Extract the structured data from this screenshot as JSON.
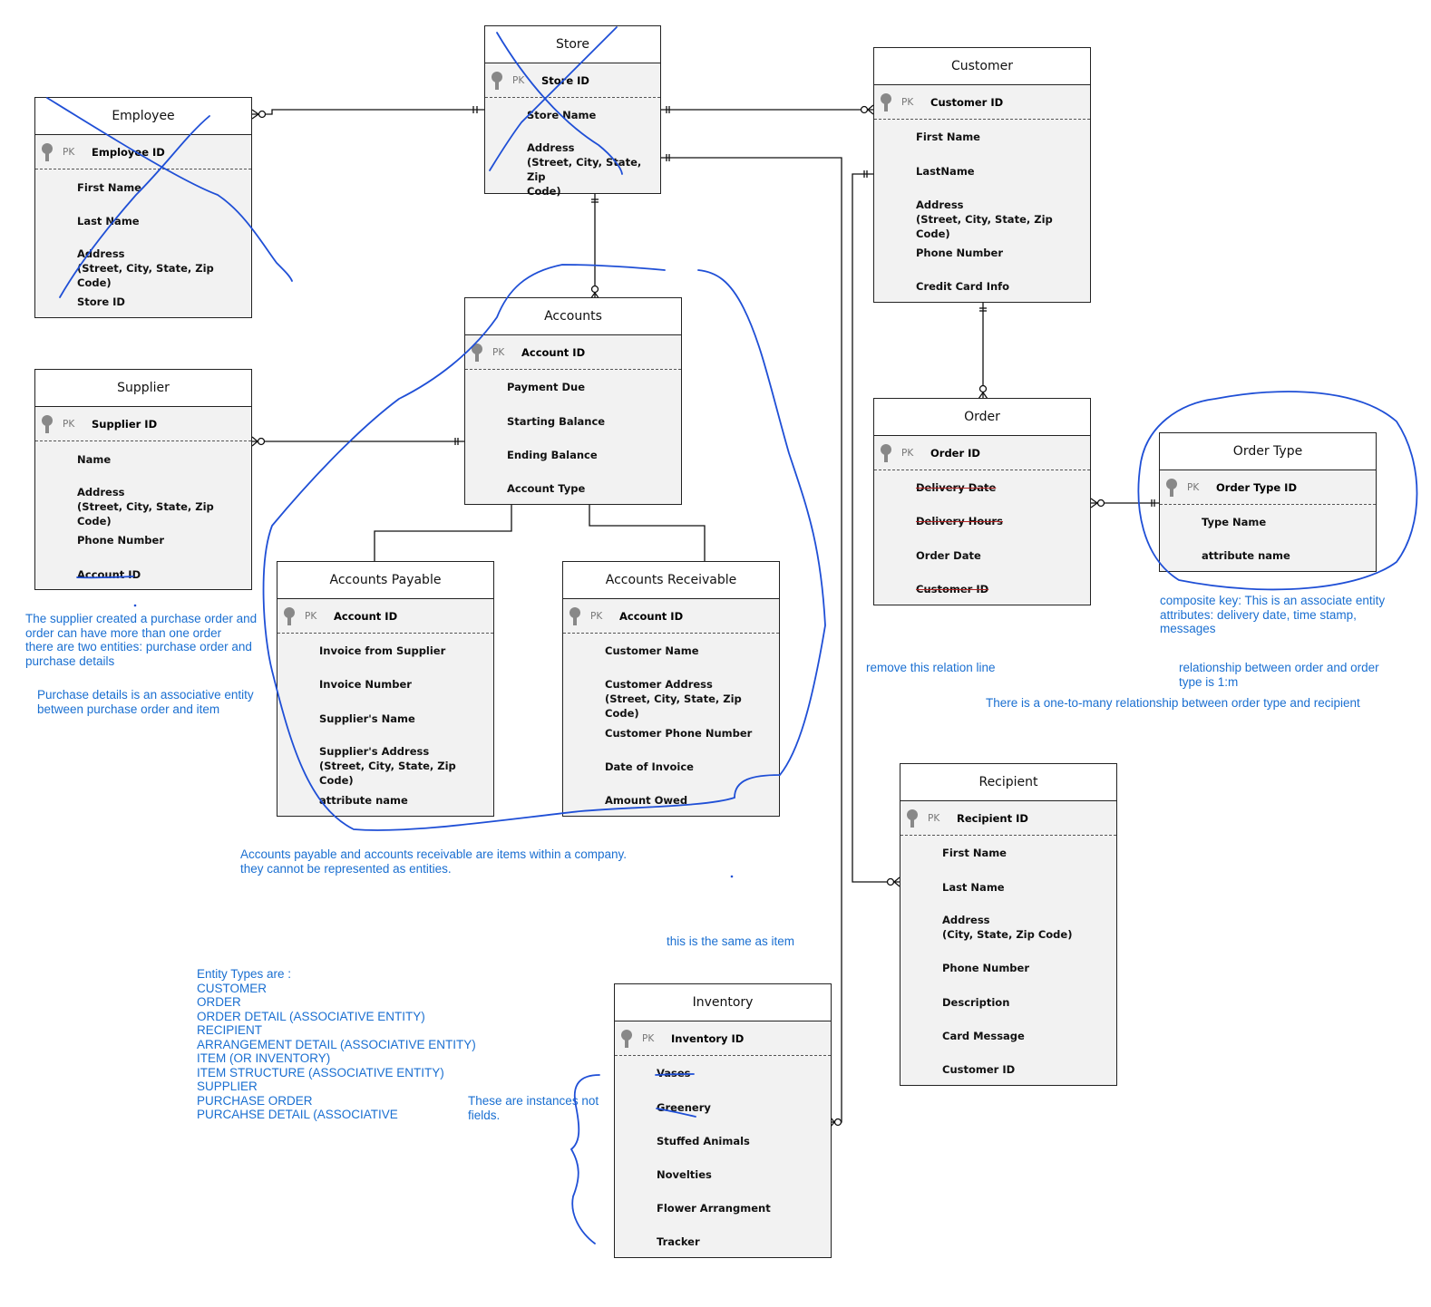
{
  "entities": {
    "employee": {
      "title": "Employee",
      "pk_label": "PK",
      "pk": "Employee ID",
      "attrs": [
        "First Name",
        "Last Name",
        "Address\n(Street, City, State, Zip Code)",
        "Store ID"
      ]
    },
    "store": {
      "title": "Store",
      "pk_label": "PK",
      "pk": "Store ID",
      "attrs": [
        "Store Name",
        "Address\n(Street, City, State, Zip\nCode)"
      ]
    },
    "customer": {
      "title": "Customer",
      "pk_label": "PK",
      "pk": "Customer ID",
      "attrs": [
        "First Name",
        "LastName",
        "Address\n(Street, City, State, Zip Code)",
        "Phone Number",
        "Credit Card Info"
      ]
    },
    "supplier": {
      "title": "Supplier",
      "pk_label": "PK",
      "pk": "Supplier ID",
      "attrs": [
        "Name",
        "Address\n(Street, City, State, Zip Code)",
        "Phone Number",
        "Account ID"
      ]
    },
    "accounts": {
      "title": "Accounts",
      "pk_label": "PK",
      "pk": "Account ID",
      "attrs": [
        "Payment Due",
        "Starting Balance",
        "Ending Balance",
        "Account Type"
      ]
    },
    "order": {
      "title": "Order",
      "pk_label": "PK",
      "pk": "Order ID",
      "attrs": [
        "Delivery Date",
        "Delivery Hours",
        "Order Date",
        "Customer ID"
      ]
    },
    "order_type": {
      "title": "Order Type",
      "pk_label": "PK",
      "pk": "Order Type ID",
      "attrs": [
        "Type Name",
        "attribute name"
      ]
    },
    "accounts_payable": {
      "title": "Accounts Payable",
      "pk_label": "PK",
      "pk": "Account ID",
      "attrs": [
        "Invoice from Supplier",
        "Invoice Number",
        "Supplier's Name",
        "Supplier's Address\n(Street, City, State, Zip Code)",
        "attribute name"
      ]
    },
    "accounts_receivable": {
      "title": "Accounts Receivable",
      "pk_label": "PK",
      "pk": "Account ID",
      "attrs": [
        "Customer Name",
        "Customer Address\n(Street, City, State, Zip Code)",
        "Customer Phone Number",
        "Date of Invoice",
        "Amount Owed"
      ]
    },
    "recipient": {
      "title": "Recipient",
      "pk_label": "PK",
      "pk": "Recipient ID",
      "attrs": [
        "First Name",
        "Last Name",
        "Address\n(City, State, Zip Code)",
        "Phone Number",
        "Description",
        "Card Message",
        "Customer ID"
      ]
    },
    "inventory": {
      "title": "Inventory",
      "pk_label": "PK",
      "pk": "Inventory ID",
      "attrs": [
        "Vases",
        "Greenery",
        "Stuffed Animals",
        "Novelties",
        "Flower Arrangment",
        "Tracker"
      ]
    }
  },
  "notes": {
    "supplier_note": "The supplier created a purchase order and\norder can have more than one order\nthere are two entities: purchase order and\npurchase details",
    "purchase_details_note": "Purchase details is an associative entity\nbetween purchase order and item",
    "accounts_note": "Accounts payable and accounts receivable are items within a company.\nthey cannot be represented as entities.",
    "composite_key_note": "composite key: This is an associate entity\nattributes: delivery date, time stamp,\nmessages",
    "remove_line_note": "remove this relation line",
    "order_type_rel_note": "relationship between order and order\ntype is 1:m",
    "order_type_recipient_note": "There is a one-to-many relationship between order type and recipient",
    "same_as_item_note": "this is the same as item",
    "entity_types_note": "Entity Types are :\nCUSTOMER\nORDER\nORDER DETAIL (ASSOCIATIVE ENTITY)\nRECIPIENT\nARRANGEMENT DETAIL (ASSOCIATIVE ENTITY)\nITEM (OR INVENTORY)\nITEM STRUCTURE (ASSOCIATIVE ENTITY)\nSUPPLIER\nPURCHASE ORDER\nPURCAHSE DETAIL (ASSOCIATIVE",
    "instances_note": "These are instances not\nfields."
  },
  "colors": {
    "annotation": "#1a6fd1",
    "pen": "#1f4fd6",
    "border": "#222222",
    "strike": "#b02020"
  }
}
